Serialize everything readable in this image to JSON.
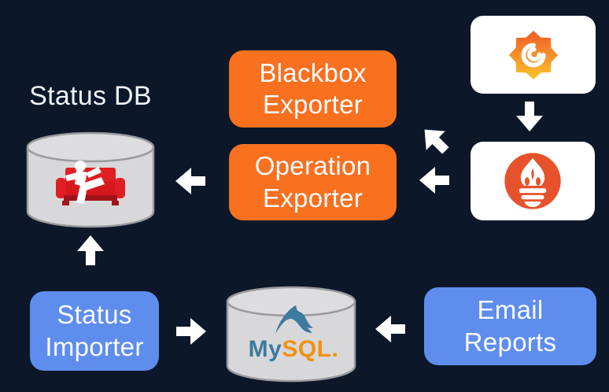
{
  "palette": {
    "background": "#0C1729",
    "exporter_orange": "#F9701F",
    "box_blue": "#5E8DEE",
    "arrow_white": "#FFFFFF",
    "cylinder_gray": "#D8D8DA",
    "couch_red": "#E01E23",
    "prometheus_orange": "#E6522C",
    "grafana_gradient_top": "#F15A29",
    "grafana_gradient_bottom": "#FAC42A",
    "mysql_blue": "#3C7A9E",
    "mysql_orange": "#F29111"
  },
  "nodes": {
    "status_db": {
      "label": "Status DB",
      "icon": "couchdb-couch-icon"
    },
    "blackbox_exporter": {
      "line1": "Blackbox",
      "line2": "Exporter"
    },
    "operation_exporter": {
      "line1": "Operation",
      "line2": "Exporter"
    },
    "grafana": {
      "icon": "grafana-logo"
    },
    "prometheus": {
      "icon": "prometheus-logo"
    },
    "status_importer": {
      "line1": "Status",
      "line2": "Importer"
    },
    "mysql": {
      "wordmark_my": "My",
      "wordmark_sql": "SQL",
      "wordmark_dot": ".",
      "icon": "mysql-dolphin-icon"
    },
    "email_reports": {
      "line1": "Email",
      "line2": "Reports"
    }
  },
  "edges": [
    {
      "from": "grafana",
      "to": "prometheus",
      "direction": "down"
    },
    {
      "from": "prometheus",
      "to": "blackbox_exporter",
      "direction": "up-left"
    },
    {
      "from": "prometheus",
      "to": "operation_exporter",
      "direction": "left"
    },
    {
      "from": "operation_exporter",
      "to": "status_db",
      "direction": "left"
    },
    {
      "from": "mysql",
      "to": "status_db",
      "direction": "up"
    },
    {
      "from": "status_importer",
      "to": "mysql",
      "direction": "right"
    },
    {
      "from": "email_reports",
      "to": "mysql",
      "direction": "left"
    }
  ]
}
